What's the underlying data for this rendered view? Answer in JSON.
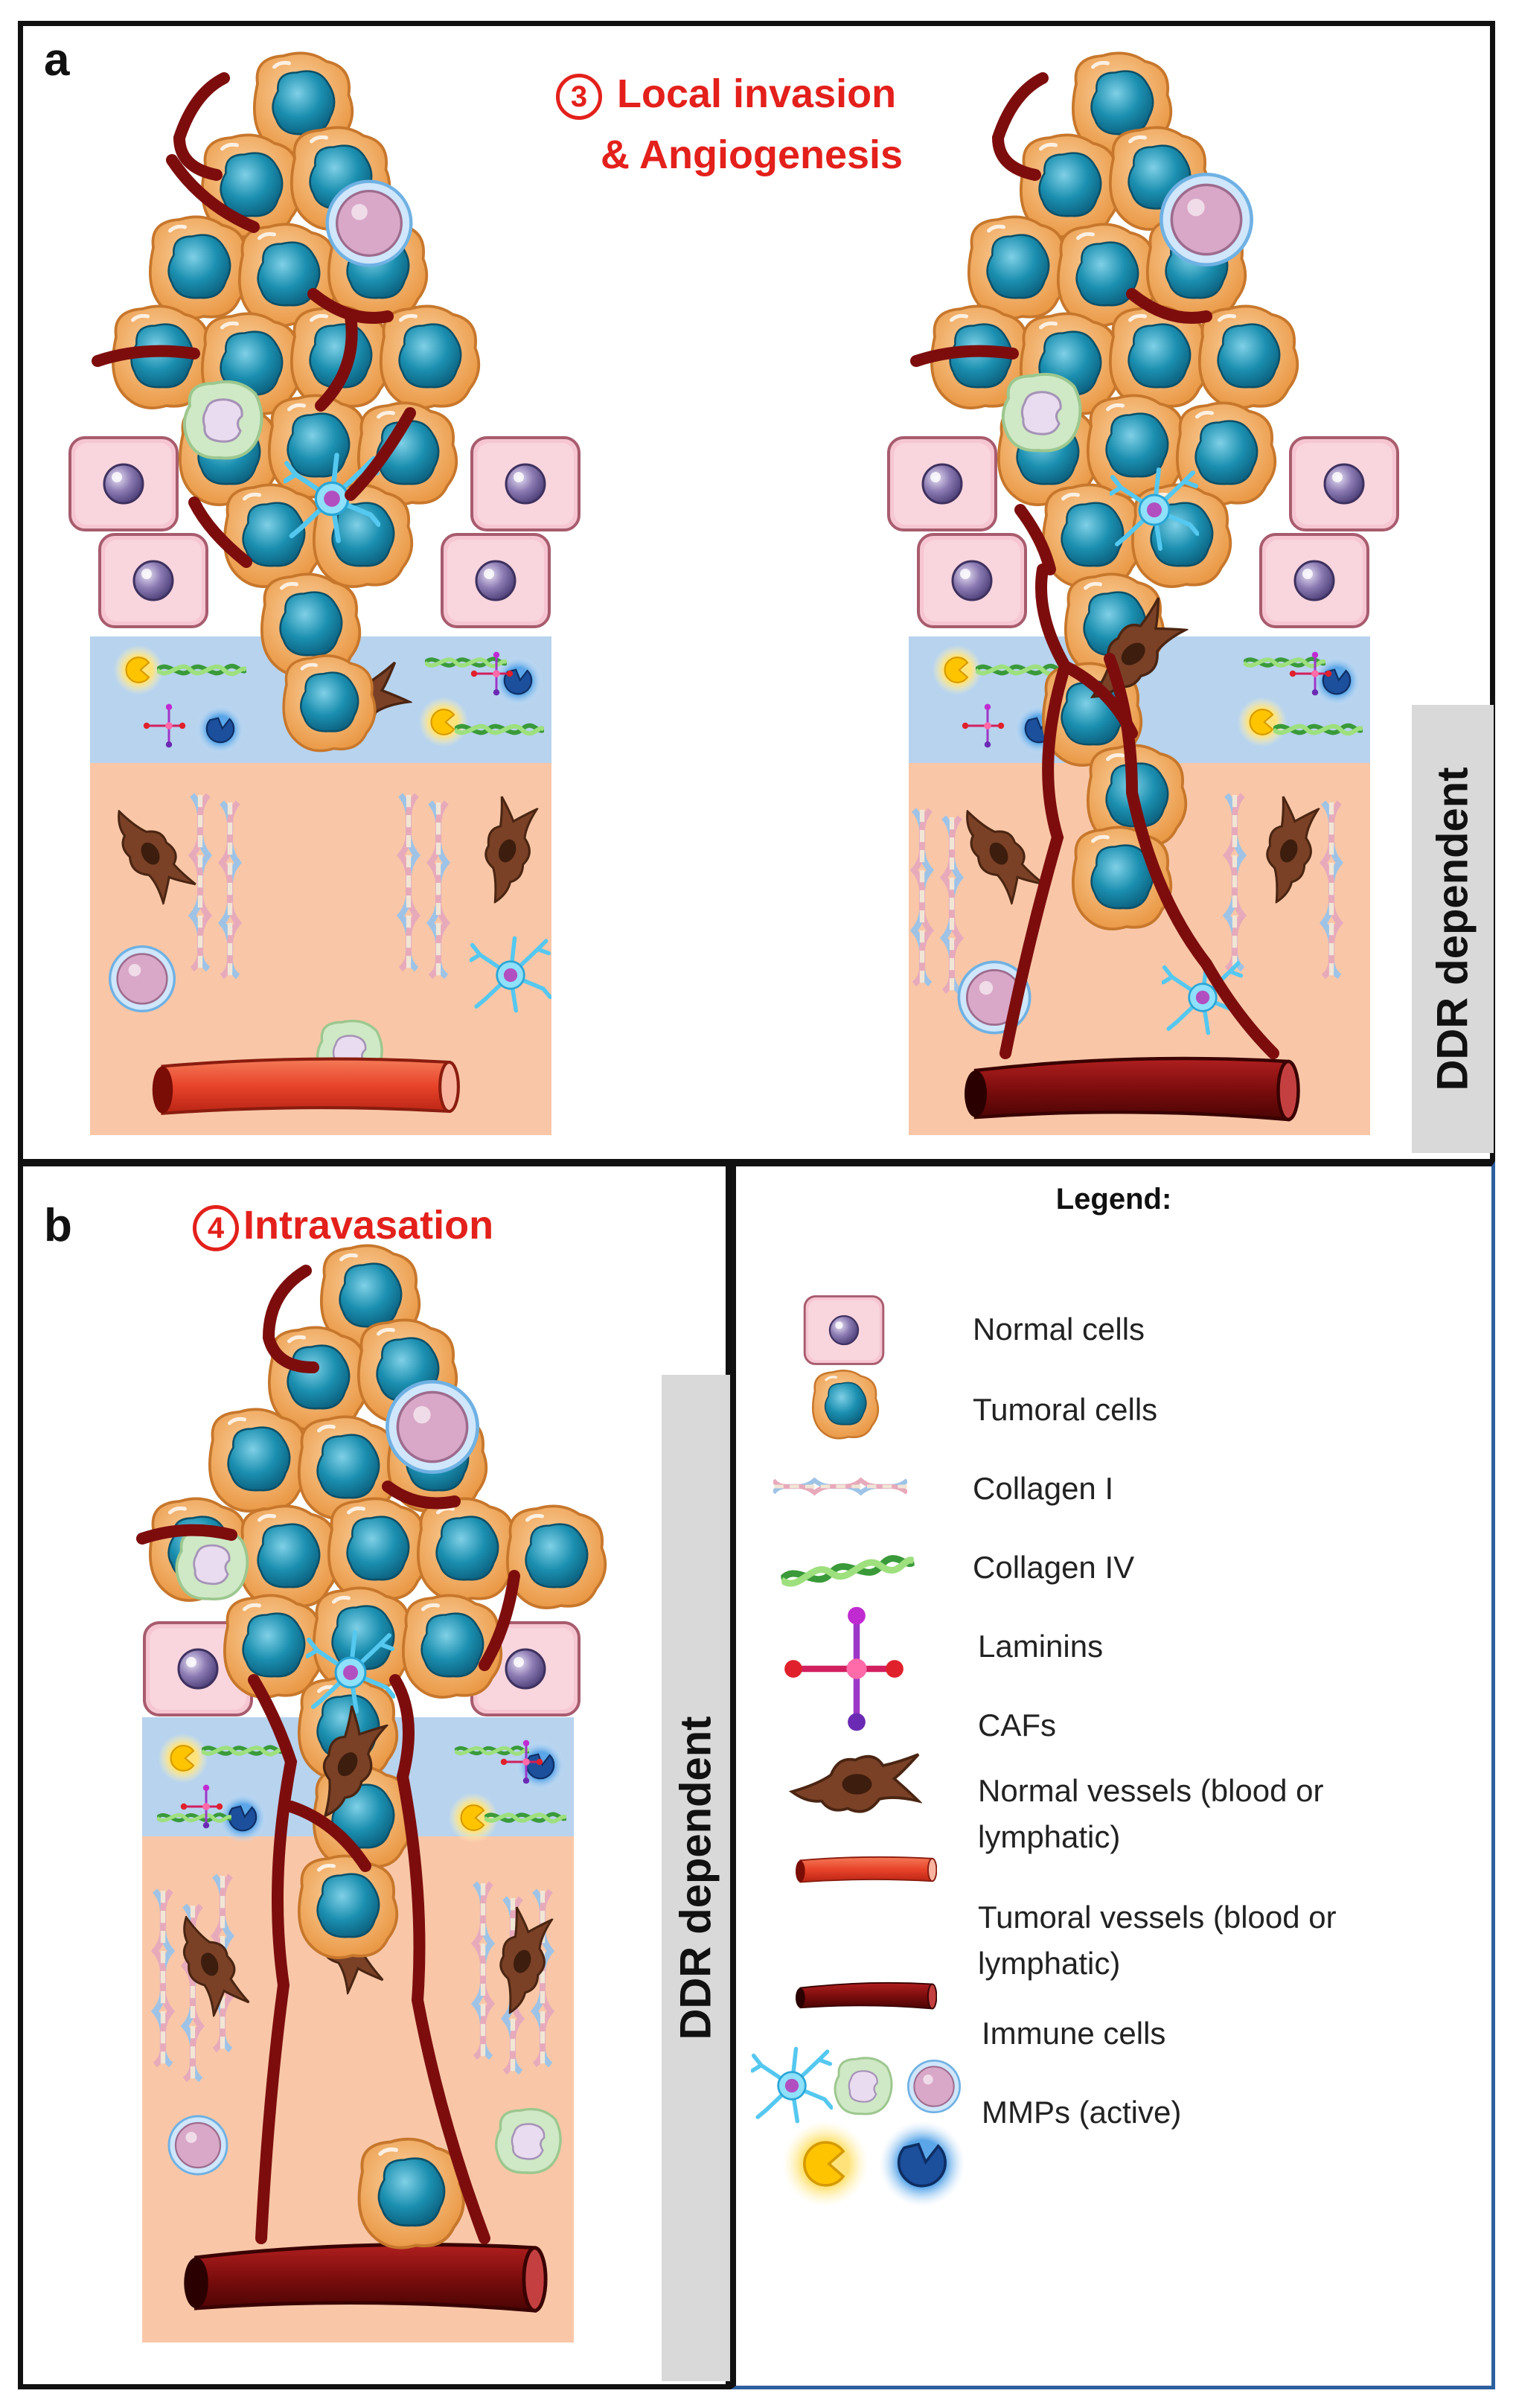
{
  "panel_a": {
    "label": "a",
    "step_number": "3",
    "step_line1": "Local invasion",
    "step_line2": "& Angiogenesis",
    "side_label": "DDR dependent"
  },
  "panel_b": {
    "label": "b",
    "step_number": "4",
    "step_title": "Intravasation",
    "side_label": "DDR dependent"
  },
  "legend": {
    "title": "Legend:",
    "items": [
      {
        "icon": "normal-cell-icon",
        "label": "Normal cells"
      },
      {
        "icon": "tumoral-cell-icon",
        "label": "Tumoral cells"
      },
      {
        "icon": "collagen-i-icon",
        "label": "Collagen I"
      },
      {
        "icon": "collagen-iv-icon",
        "label": "Collagen IV"
      },
      {
        "icon": "laminin-icon",
        "label": "Laminins"
      },
      {
        "icon": "caf-icon",
        "label": "CAFs"
      },
      {
        "icon": "normal-vessel-icon",
        "label": "Normal vessels (blood or lymphatic)"
      },
      {
        "icon": "tumoral-vessel-icon",
        "label": "Tumoral vessels (blood or lymphatic)"
      },
      {
        "icon": "immune-cells-icon",
        "label": "Immune cells"
      },
      {
        "icon": "mmp-icon",
        "label": "MMPs (active)"
      }
    ]
  },
  "colors": {
    "accent_red": "#e3201b",
    "tumor_cell": "#f2ab62",
    "tumor_nucleus": "#1b8fb0",
    "normal_cell": "#f6c6d2",
    "stroma": "#f9c7a8",
    "basement_membrane": "#b7d3ee",
    "tumor_vessel": "#7d0d0d",
    "normal_vessel": "#e8432a",
    "caf": "#7a4127",
    "legend_border": "#2e5f9e"
  }
}
